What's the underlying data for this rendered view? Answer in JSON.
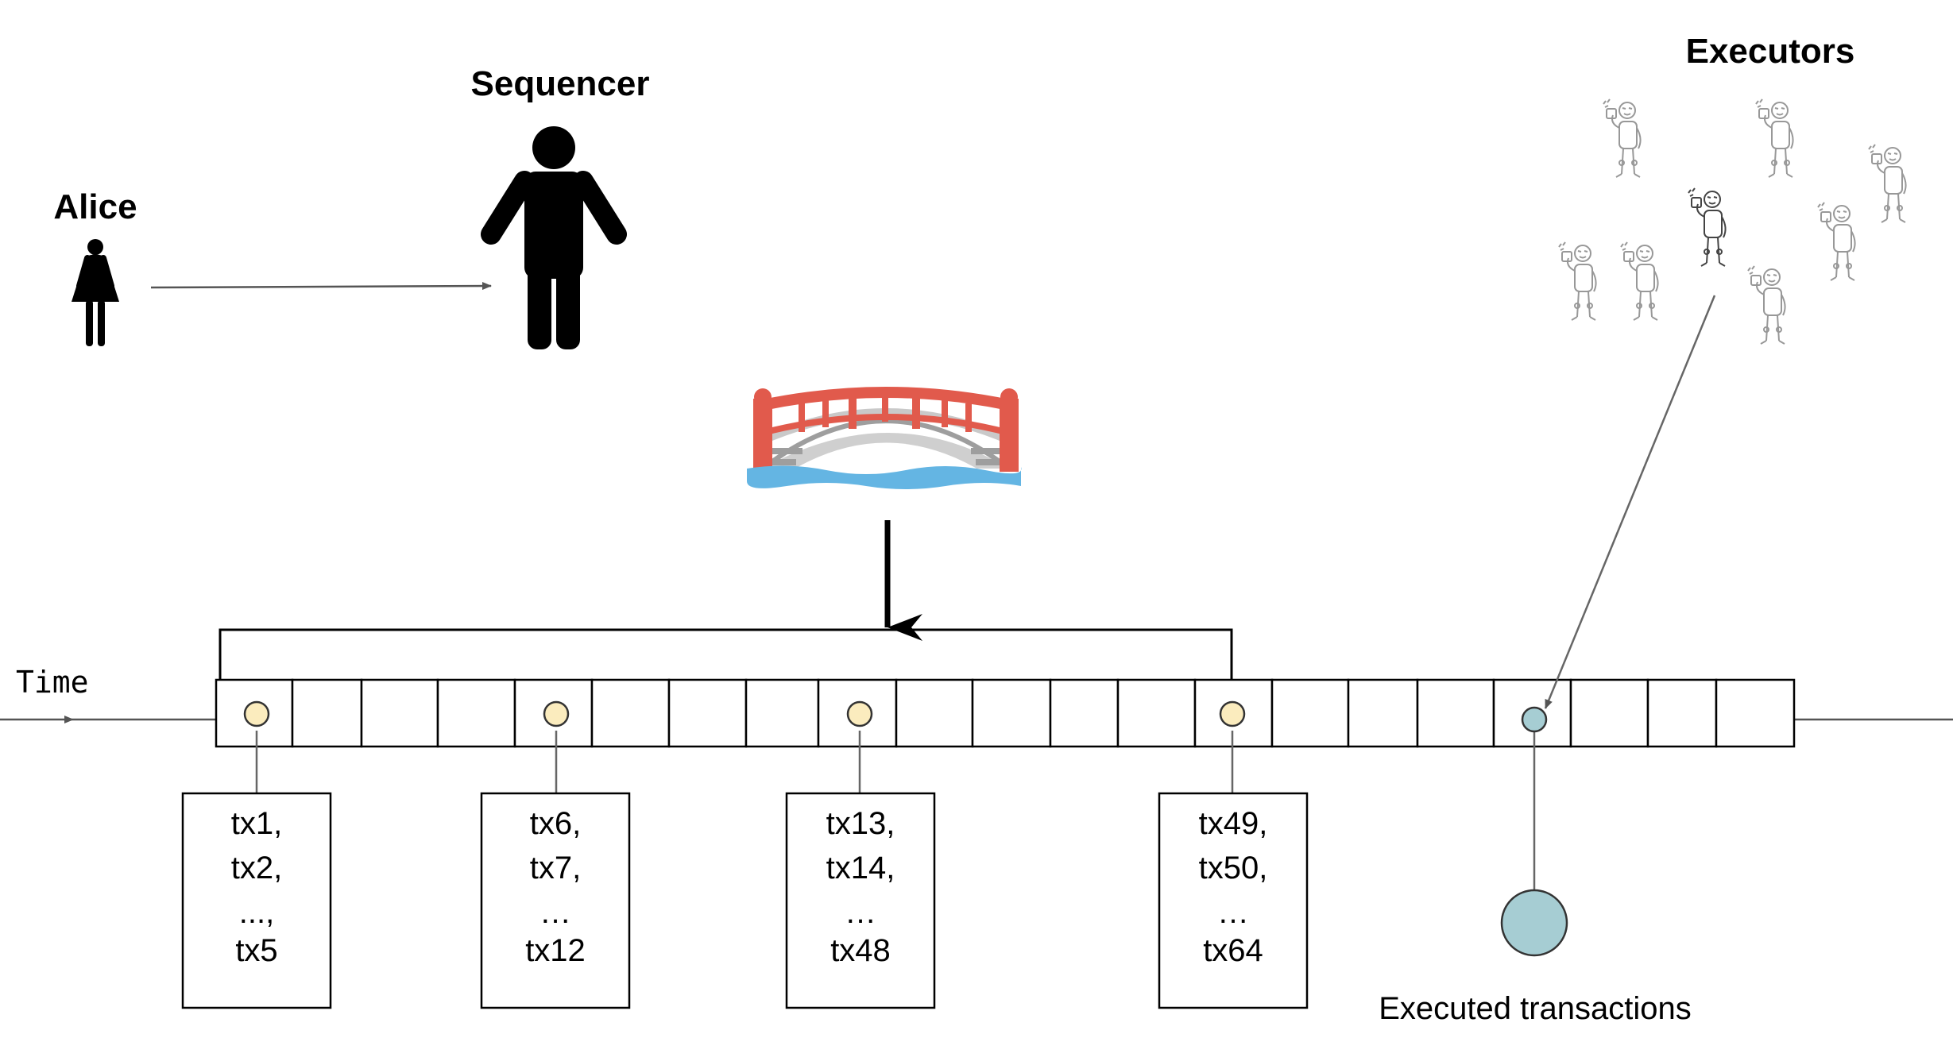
{
  "labels": {
    "alice": "Alice",
    "sequencer": "Sequencer",
    "executors": "Executors",
    "time": "Time",
    "executed": "Executed transactions"
  },
  "batches": [
    {
      "lines": [
        "tx1,",
        "tx2,",
        "...,",
        "tx5"
      ]
    },
    {
      "lines": [
        "tx6,",
        "tx7,",
        "…",
        "tx12"
      ]
    },
    {
      "lines": [
        "tx13,",
        "tx14,",
        "…",
        "tx48"
      ]
    },
    {
      "lines": [
        "tx49,",
        "tx50,",
        "…",
        "tx64"
      ]
    }
  ],
  "colors": {
    "batch_marker": "#fbecbe",
    "executed_marker": "#a6cdd3",
    "bridge_red": "#e15a4c",
    "bridge_water": "#64b5e3",
    "bridge_stone": "#cfcfcf"
  },
  "icons": {
    "alice": "woman-icon",
    "sequencer": "man-icon",
    "bridge": "bridge-icon",
    "executors": "executor-robot-icon"
  }
}
